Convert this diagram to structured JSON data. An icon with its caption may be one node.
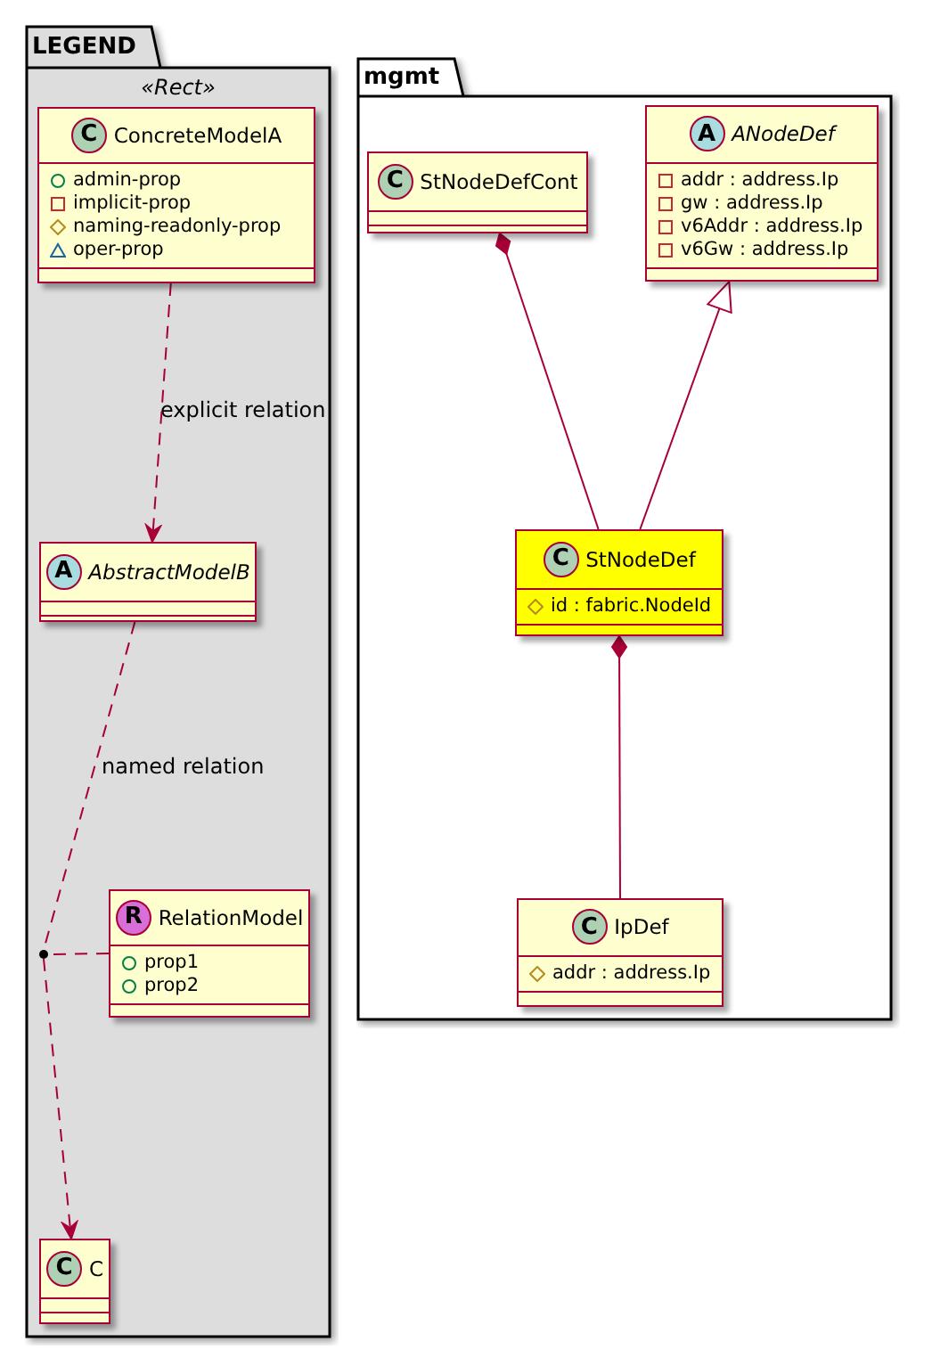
{
  "diagram": {
    "nodes": [
      {
        "text": [
          "LEGEND",
          "«Rect»"
        ]
      },
      {
        "text": [
          "C",
          "ConcreteModelA",
          "admin-prop",
          "implicit-prop",
          "naming-readonly-prop",
          "oper-prop"
        ],
        "in": 0
      },
      {
        "text": [
          "A",
          "AbstractModelB"
        ],
        "in": 0
      },
      {
        "text": [
          "R",
          "RelationModel",
          "prop1",
          "prop2"
        ],
        "in": 0
      },
      {
        "text": [
          "C",
          "C"
        ],
        "in": 0
      },
      {
        "text": [],
        "shape": "circle",
        "in": 0
      },
      {
        "text": [
          "mgmt"
        ]
      },
      {
        "text": [
          "C",
          "StNodeDefCont"
        ],
        "in": 6
      },
      {
        "text": [
          "A",
          "ANodeDef",
          "addr : address.Ip",
          "gw : address.Ip",
          "v6Addr : address.Ip",
          "v6Gw : address.Ip"
        ],
        "in": 6
      },
      {
        "text": [
          "C",
          "StNodeDef",
          "id : fabric.NodeId"
        ],
        "in": 6
      },
      {
        "text": [
          "C",
          "IpDef",
          "addr : address.Ip"
        ],
        "in": 6
      }
    ],
    "edges": [
      {
        "from": 1,
        "to": 2,
        "arrow": "to",
        "style": "dashed",
        "label": "explicit relation"
      },
      {
        "from": 2,
        "to": 5,
        "arrow": "none",
        "style": "dashed",
        "label": "named relation"
      },
      {
        "from": 5,
        "to": 4,
        "arrow": "to",
        "style": "dashed"
      },
      {
        "from": 3,
        "to": 5,
        "arrow": "none",
        "style": "dashed"
      },
      {
        "from": 9,
        "to": 7,
        "arrow": "other"
      },
      {
        "from": 9,
        "to": 8,
        "arrow": "to"
      },
      {
        "from": 10,
        "to": 9,
        "arrow": "other"
      }
    ]
  }
}
